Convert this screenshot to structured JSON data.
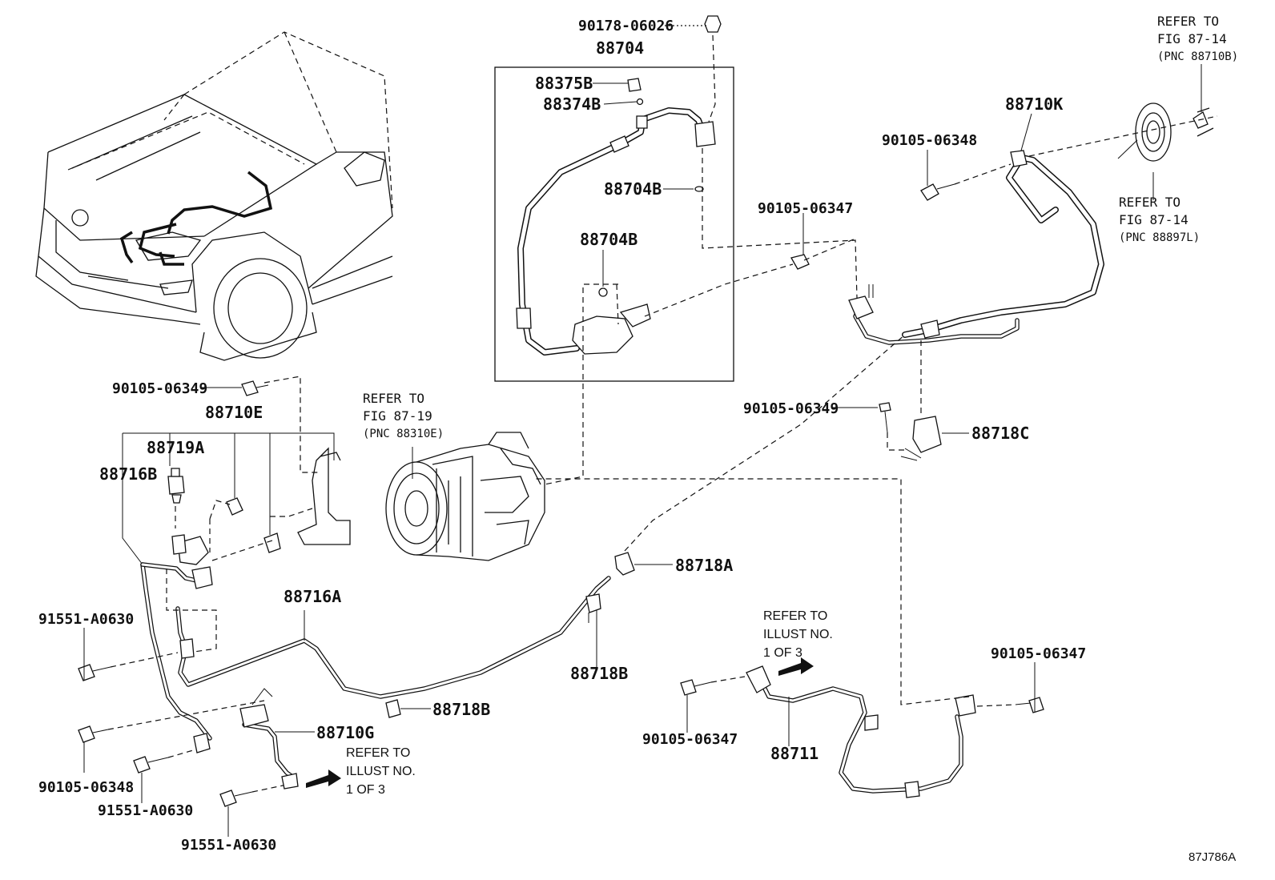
{
  "callouts": {
    "p90178_06026": "90178-06026",
    "p88704": "88704",
    "p88375B": "88375B",
    "p88374B": "88374B",
    "p88704B_a": "88704B",
    "p88704B_b": "88704B",
    "p88710K": "88710K",
    "p90105_06348_top": "90105-06348",
    "p90105_06347_mid": "90105-06347",
    "p90105_06349_left": "90105-06349",
    "p88710E": "88710E",
    "p88719A": "88719A",
    "p88716B": "88716B",
    "p90105_06349_right": "90105-06349",
    "p88718C": "88718C",
    "p88718A": "88718A",
    "p88716A": "88716A",
    "p91551_A0630_a": "91551-A0630",
    "p88718B_a": "88718B",
    "p88718B_b": "88718B",
    "p88710G": "88710G",
    "p90105_06348_bot": "90105-06348",
    "p91551_A0630_b": "91551-A0630",
    "p91551_A0630_c": "91551-A0630",
    "p90105_06347_br": "90105-06347",
    "p90105_06347_bot": "90105-06347",
    "p88711": "88711"
  },
  "refs": {
    "fig8714_top": {
      "l1": "REFER TO",
      "l2": "FIG 87-14",
      "l3": "(PNC 88710B)"
    },
    "fig8714_mid": {
      "l1": "REFER TO",
      "l2": "FIG 87-14",
      "l3": "(PNC 88897L)"
    },
    "fig8719": {
      "l1": "REFER TO",
      "l2": "FIG 87-19",
      "l3": "(PNC 88310E)"
    },
    "illust_right": {
      "l1": "REFER TO",
      "l2": "ILLUST NO.",
      "l3": "1 OF 3"
    },
    "illust_left": {
      "l1": "REFER TO",
      "l2": "ILLUST NO.",
      "l3": "1 OF 3"
    }
  },
  "illustration_code": "87J786A",
  "icons": [
    "vehicle-illustration",
    "compressor-illustration",
    "arrow-right-icon"
  ],
  "colors": {
    "ink": "#111111",
    "paper": "#ffffff"
  }
}
